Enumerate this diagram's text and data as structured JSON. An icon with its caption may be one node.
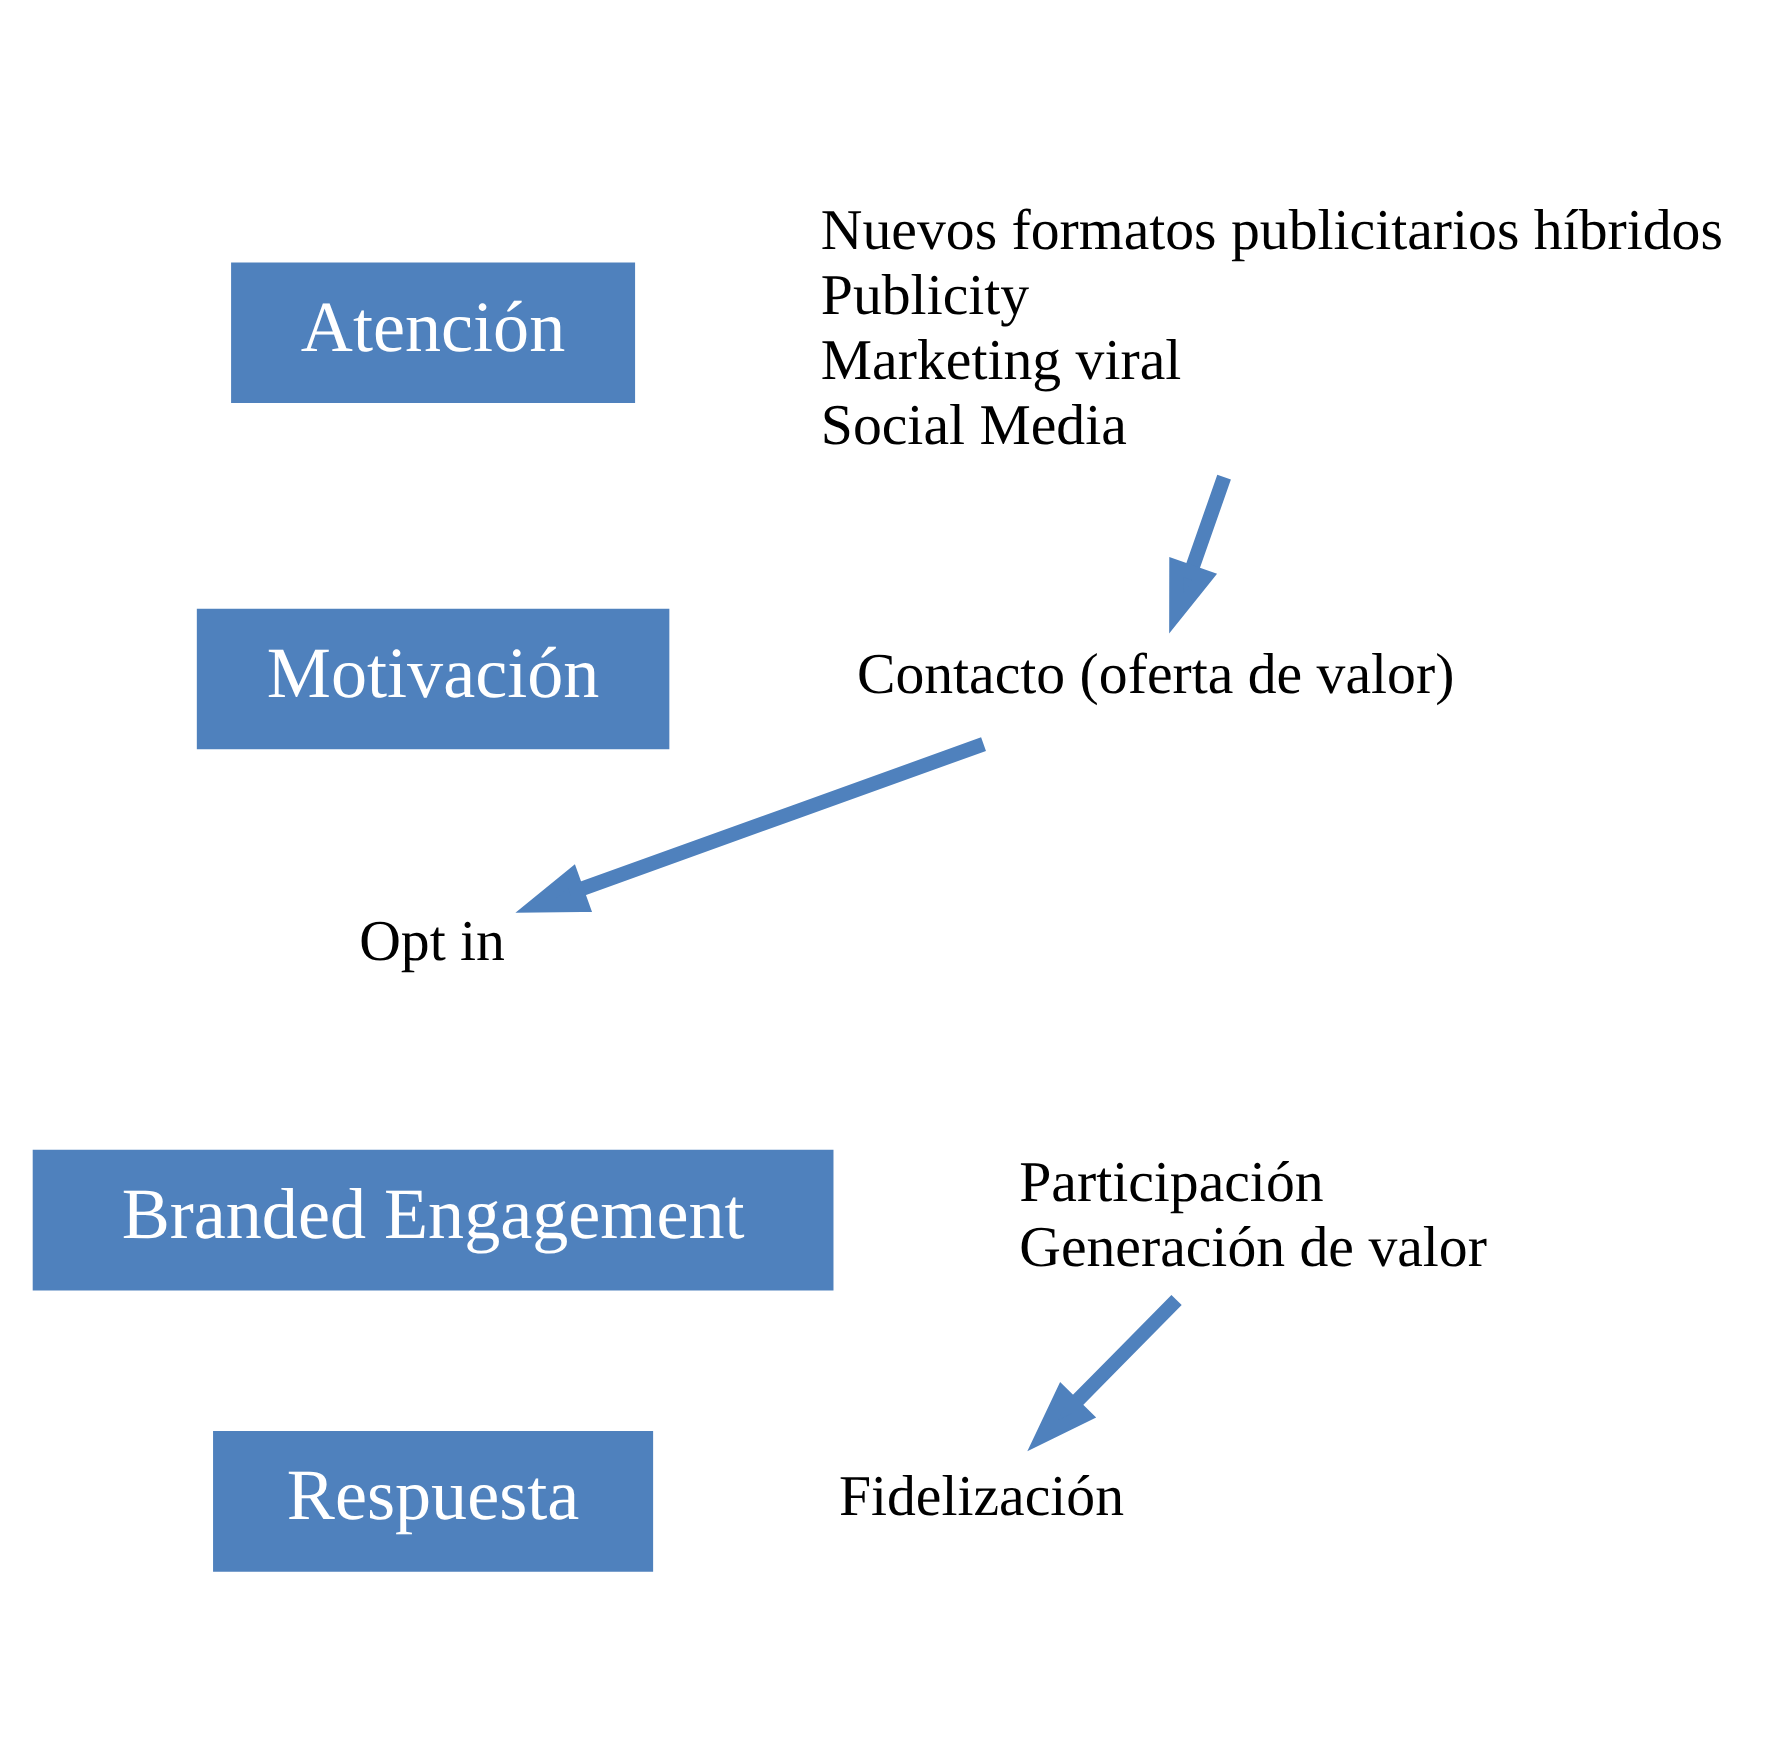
{
  "diagram": {
    "nodes": [
      {
        "text": [
          "Atención"
        ]
      },
      {
        "text": [
          "Nuevos formatos publicitarios híbridos",
          "Publicity",
          "Marketing viral",
          "Social Media"
        ]
      },
      {
        "text": [
          "Motivación"
        ]
      },
      {
        "text": [
          "Contacto (oferta de valor)"
        ]
      },
      {
        "text": [
          "Opt in"
        ]
      },
      {
        "text": [
          "Branded Engagement"
        ]
      },
      {
        "text": [
          "Participación",
          "Generación de valor"
        ]
      },
      {
        "text": [
          "Respuesta"
        ]
      },
      {
        "text": [
          "Fidelización"
        ]
      }
    ],
    "edges": [
      {
        "from": 1,
        "to": 3,
        "arrow": "to"
      },
      {
        "from": 3,
        "to": 4,
        "arrow": "to"
      },
      {
        "from": 6,
        "to": 8,
        "arrow": "to"
      }
    ]
  }
}
